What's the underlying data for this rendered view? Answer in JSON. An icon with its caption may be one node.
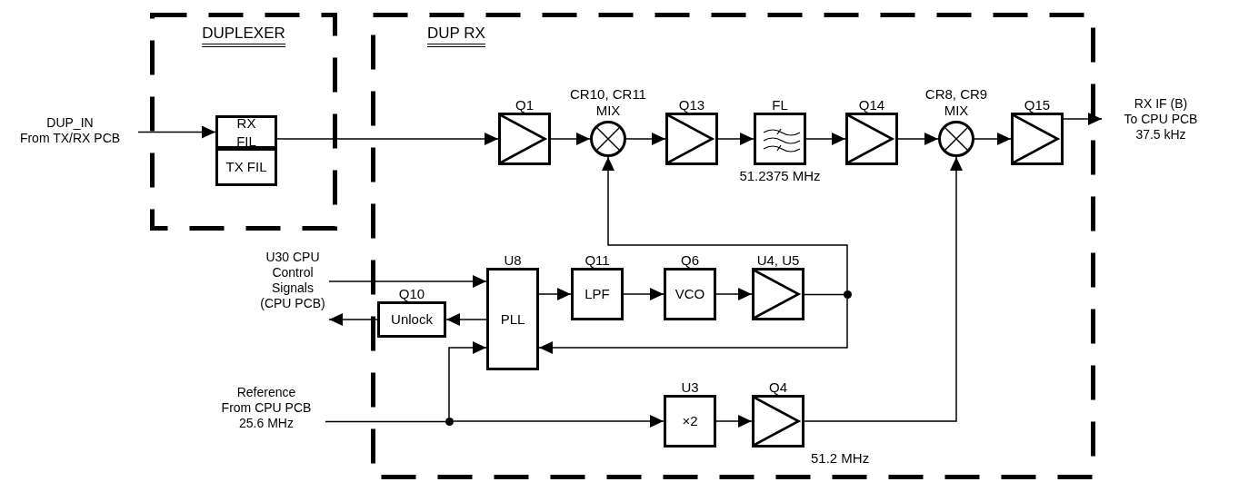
{
  "diagram": {
    "nodes": [
      {
        "text": [
          "DUPLEXER"
        ]
      },
      {
        "text": [
          "DUP RX"
        ]
      },
      {
        "text": [
          "DUP_IN",
          "From TX/RX PCB"
        ]
      },
      {
        "text": [
          "RX FIL"
        ],
        "in": 0
      },
      {
        "text": [
          "TX FIL"
        ],
        "in": 0
      },
      {
        "text": [
          "Q1"
        ],
        "in": 1
      },
      {
        "text": [
          "CR10, CR11 MIX"
        ],
        "in": 1
      },
      {
        "text": [
          "Q13"
        ],
        "in": 1
      },
      {
        "text": [
          "FL"
        ],
        "in": 1,
        "beside": [
          "51.2375 MHz"
        ]
      },
      {
        "text": [
          "Q14"
        ],
        "in": 1
      },
      {
        "text": [
          "CR8, CR9 MIX"
        ],
        "in": 1
      },
      {
        "text": [
          "Q15"
        ],
        "in": 1
      },
      {
        "text": [
          "RX IF (B)",
          "To CPU PCB",
          "37.5 kHz"
        ]
      },
      {
        "text": [
          "U30 CPU Control Signals",
          "(CPU PCB)"
        ]
      },
      {
        "text": [
          "U8",
          "PLL"
        ],
        "in": 1
      },
      {
        "text": [
          "Q10",
          "Unlock"
        ],
        "in": 1
      },
      {
        "text": [
          "Q11",
          "LPF"
        ],
        "in": 1
      },
      {
        "text": [
          "Q6",
          "VCO"
        ],
        "in": 1
      },
      {
        "text": [
          "U4, U5"
        ],
        "in": 1
      },
      {
        "text": [],
        "shape": "circle",
        "in": 1
      },
      {
        "text": [
          "Reference",
          "From CPU PCB",
          "25.6 MHz"
        ]
      },
      {
        "text": [],
        "shape": "circle",
        "in": 1
      },
      {
        "text": [
          "U3",
          "×2"
        ],
        "in": 1
      },
      {
        "text": [
          "Q4"
        ],
        "in": 1,
        "beside": [
          "51.2 MHz"
        ]
      }
    ],
    "edges": [
      {
        "from": 2,
        "to": 3,
        "arrow": "to"
      },
      {
        "from": 3,
        "to": 5,
        "arrow": "to"
      },
      {
        "from": 5,
        "to": 6,
        "arrow": "to"
      },
      {
        "from": 6,
        "to": 7,
        "arrow": "to"
      },
      {
        "from": 7,
        "to": 8,
        "arrow": "to"
      },
      {
        "from": 8,
        "to": 9,
        "arrow": "to"
      },
      {
        "from": 9,
        "to": 10,
        "arrow": "to"
      },
      {
        "from": 10,
        "to": 11,
        "arrow": "to"
      },
      {
        "from": 11,
        "to": 12,
        "arrow": "to"
      },
      {
        "from": 13,
        "to": 14,
        "arrow": "to"
      },
      {
        "from": 14,
        "to": 15,
        "arrow": "to"
      },
      {
        "from": 15,
        "to": 13,
        "arrow": "to"
      },
      {
        "from": 14,
        "to": 16,
        "arrow": "to"
      },
      {
        "from": 16,
        "to": 17,
        "arrow": "to"
      },
      {
        "from": 17,
        "to": 18,
        "arrow": "to"
      },
      {
        "from": 18,
        "to": 19,
        "arrow": "none"
      },
      {
        "from": 19,
        "to": 6,
        "arrow": "to"
      },
      {
        "from": 19,
        "to": 14,
        "arrow": "to"
      },
      {
        "from": 20,
        "to": 21,
        "arrow": "none"
      },
      {
        "from": 21,
        "to": 14,
        "arrow": "to"
      },
      {
        "from": 21,
        "to": 22,
        "arrow": "to"
      },
      {
        "from": 22,
        "to": 23,
        "arrow": "to"
      },
      {
        "from": 23,
        "to": 10,
        "arrow": "to"
      }
    ]
  }
}
